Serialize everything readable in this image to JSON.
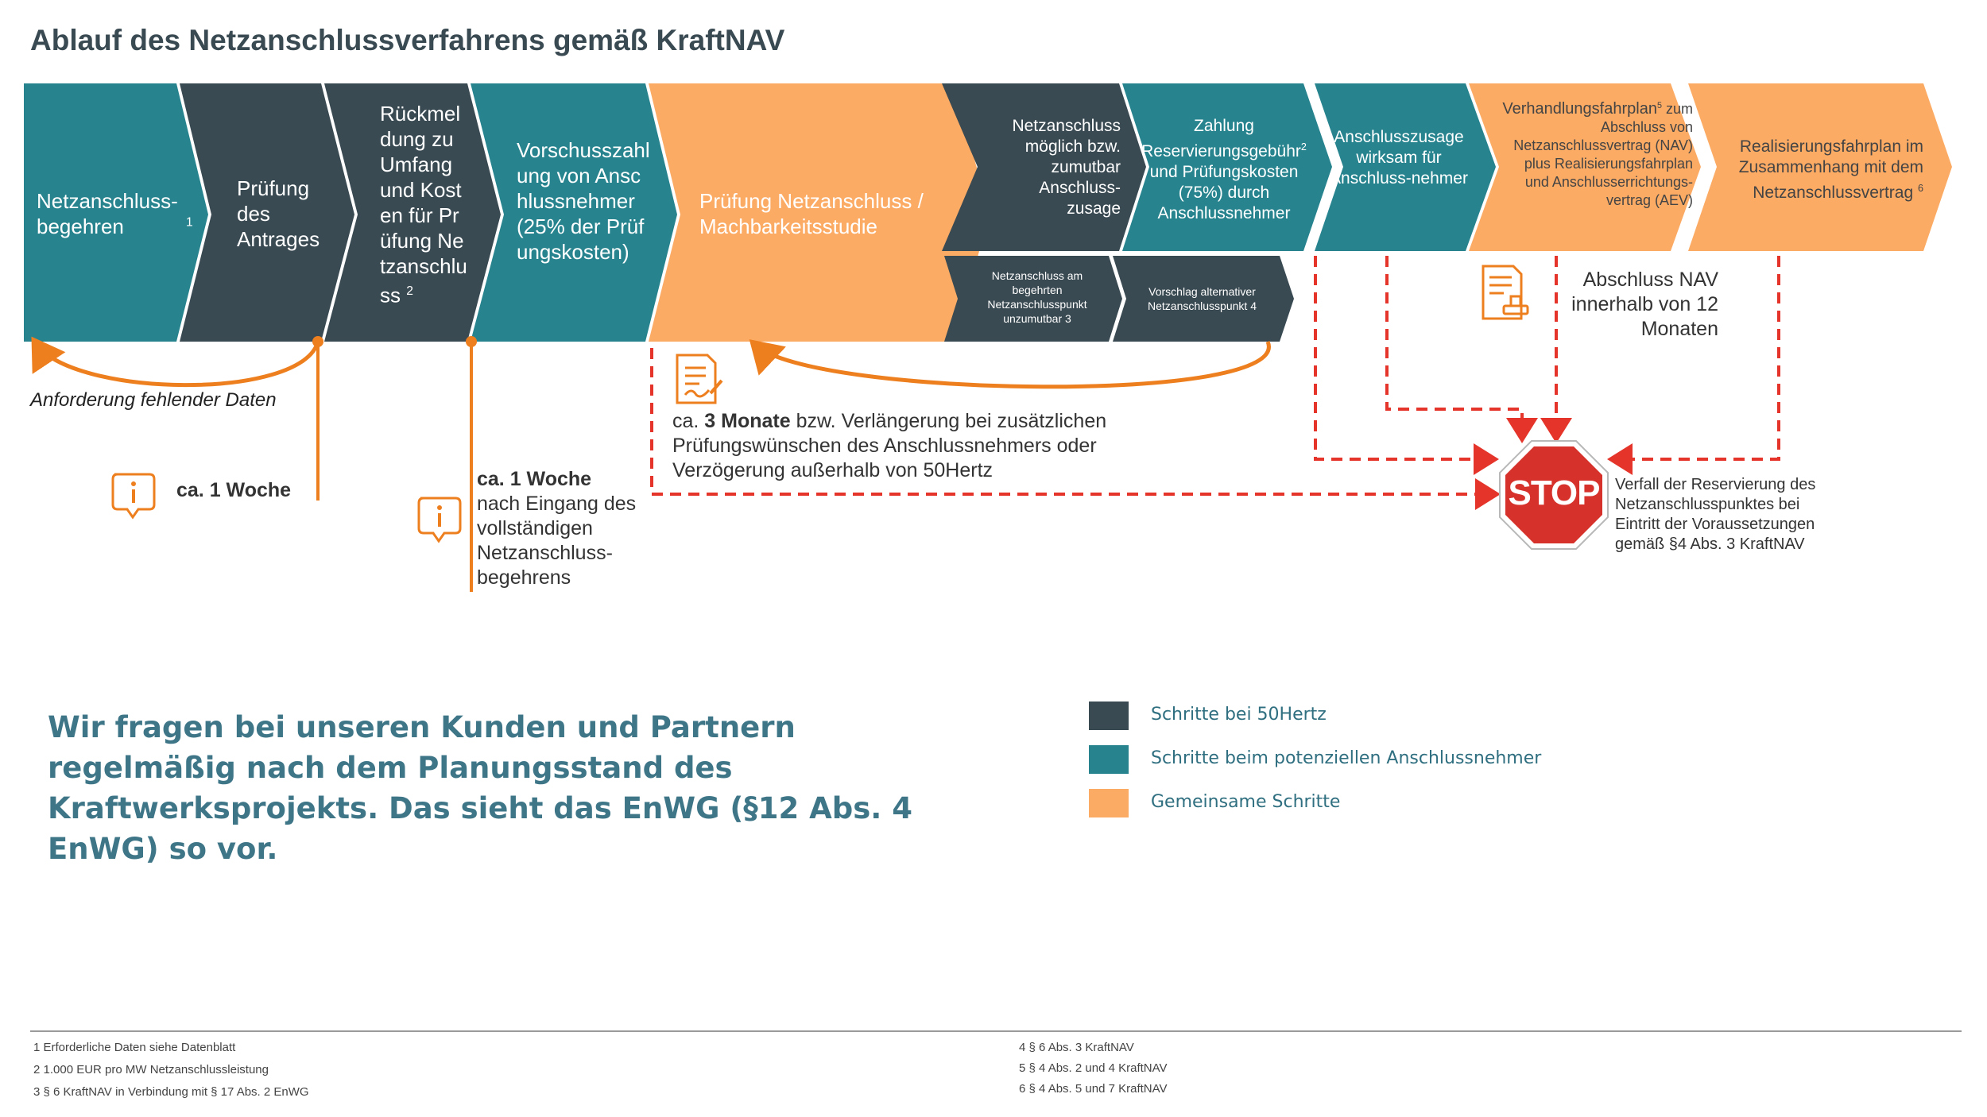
{
  "title": "Ablauf des Netzanschlussverfahrens gemäß KraftNAV",
  "colors": {
    "dark": "#3a4a52",
    "teal": "#27848f",
    "orange": "#fcab65",
    "accent": "#ee7f1f",
    "red": "#e5352b"
  },
  "steps": {
    "s1": "Netzanschluss-begehren",
    "s1_sup": "1",
    "s2": "Prüfung des Antrages",
    "s3": "Rückmeldung zu Umfang und Kosten für Prüfung Netzanschluss",
    "s3_sup": "2",
    "s4": "Vorschusszahlung von Anschlussnehmer (25% der Prüfungskosten)",
    "s5": "Prüfung Netzanschluss / Machbarkeitsstudie",
    "s6": "Netzanschluss möglich bzw. zumutbar Anschluss-zusage",
    "s6b": "Netzanschluss am begehrten Netzanschlusspunkt unzumutbar 3",
    "s7": "Zahlung Reservierungsgebühr",
    "s7_sup": "2",
    "s7_rest": "und Prüfungskosten (75%) durch Anschlussnehmer",
    "s7b": "Vorschlag alternativer Netzanschlusspunkt  4",
    "s8": "Anschlusszusage wirksam für Anschluss-nehmer",
    "s9": "Verhandlungsfahrplan",
    "s9_sup": "5",
    "s9_rest": "zum Abschluss von Netzanschlussvertrag (NAV) plus Realisierungsfahrplan und Anschlusserrichtungs-vertrag (AEV)",
    "s10": "Realisierungsfahrplan im Zusammenhang mit dem Netzanschlussvertrag",
    "s10_sup": "6"
  },
  "annotations": {
    "missing_data": "Anforderung fehlender Daten",
    "week1": "ca. 1 Woche",
    "week2_bold": "ca. 1 Woche",
    "week2_rest": "nach Eingang des vollständigen Netzanschluss-begehrens",
    "months_pre": "ca. ",
    "months_bold": "3 Monate",
    "months_rest": " bzw. Verlängerung bei zusätzlichen Prüfungswünschen des Anschlussnehmers oder Verzögerung außerhalb von 50Hertz",
    "nav": "Abschluss NAV innerhalb von 12 Monaten",
    "stop": "STOP",
    "stop_text": "Verfall der Reservierung des Netzanschlusspunktes bei Eintritt der Voraussetzungen gemäß §4 Abs. 3 KraftNAV"
  },
  "info_icon": "info-icon",
  "document_icon": "document-signature-icon",
  "big_statement": "Wir fragen bei unseren Kunden und Partnern regelmäßig nach dem Planungsstand des Kraftwerksprojekts. Das sieht das EnWG (§12 Abs. 4 EnWG) so vor.",
  "legend": [
    {
      "label": "Schritte bei 50Hertz",
      "color": "#3a4a52"
    },
    {
      "label": "Schritte beim potenziellen Anschlussnehmer",
      "color": "#27848f"
    },
    {
      "label": "Gemeinsame Schritte",
      "color": "#fcab65"
    }
  ],
  "footnotes_left": [
    "1 Erforderliche Daten siehe Datenblatt",
    "2 1.000 EUR pro MW Netzanschlussleistung",
    "3 § 6 KraftNAV in Verbindung mit § 17 Abs. 2 EnWG"
  ],
  "footnotes_right": [
    "4 § 6 Abs. 3 KraftNAV",
    "5 § 4 Abs. 2 und 4 KraftNAV",
    "6 § 4 Abs. 5 und 7 KraftNAV"
  ]
}
